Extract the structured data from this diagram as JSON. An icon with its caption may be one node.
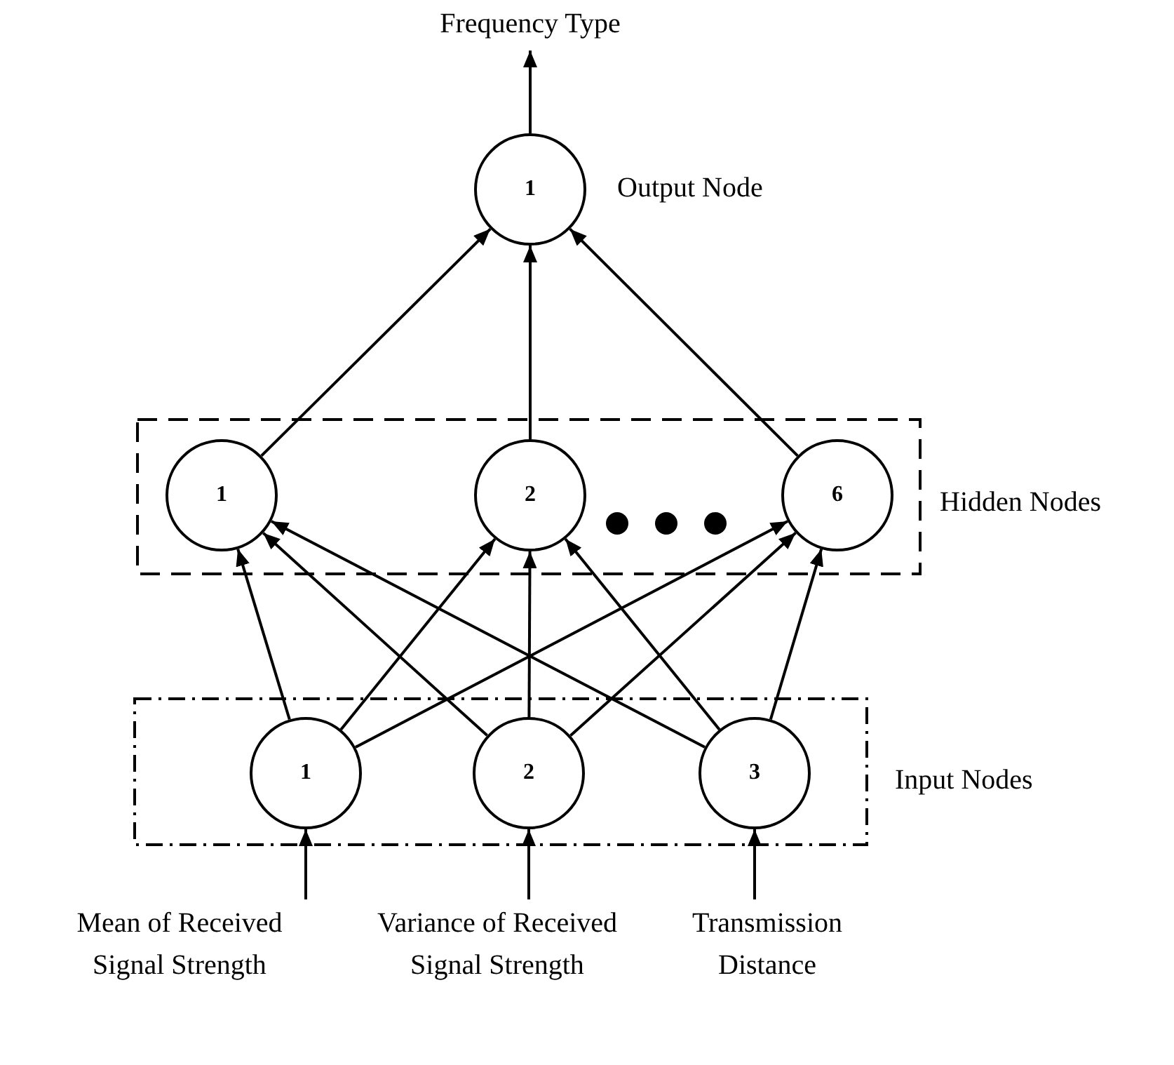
{
  "diagram": {
    "nodes": [
      {
        "text": [
          "Frequency Type"
        ]
      },
      {
        "text": [
          "1"
        ],
        "beside": [
          "Output Node"
        ]
      },
      {
        "text": [
          "Hidden Nodes"
        ]
      },
      {
        "text": [
          "1"
        ],
        "in": 2
      },
      {
        "text": [
          "2"
        ],
        "in": 2
      },
      {
        "text": [
          "6"
        ],
        "in": 2
      },
      {
        "text": [
          "Input Nodes"
        ]
      },
      {
        "text": [
          "1"
        ],
        "in": 6
      },
      {
        "text": [
          "2"
        ],
        "in": 6
      },
      {
        "text": [
          "3"
        ],
        "in": 6
      },
      {
        "text": [
          "Mean of Received Signal Strength"
        ]
      },
      {
        "text": [
          "Variance of Received Signal Strength"
        ]
      },
      {
        "text": [
          "Transmission Distance"
        ]
      }
    ],
    "edges": [
      {
        "from": 1,
        "to": 0,
        "arrow": "to"
      },
      {
        "from": 3,
        "to": 1,
        "arrow": "to"
      },
      {
        "from": 4,
        "to": 1,
        "arrow": "to"
      },
      {
        "from": 5,
        "to": 1,
        "arrow": "to"
      },
      {
        "from": 7,
        "to": 3,
        "arrow": "to"
      },
      {
        "from": 7,
        "to": 4,
        "arrow": "to"
      },
      {
        "from": 7,
        "to": 5,
        "arrow": "to"
      },
      {
        "from": 8,
        "to": 3,
        "arrow": "to"
      },
      {
        "from": 8,
        "to": 4,
        "arrow": "to"
      },
      {
        "from": 8,
        "to": 5,
        "arrow": "to"
      },
      {
        "from": 9,
        "to": 3,
        "arrow": "to"
      },
      {
        "from": 9,
        "to": 4,
        "arrow": "to"
      },
      {
        "from": 9,
        "to": 5,
        "arrow": "to"
      },
      {
        "from": 10,
        "to": 7,
        "arrow": "to"
      },
      {
        "from": 11,
        "to": 8,
        "arrow": "to"
      },
      {
        "from": 12,
        "to": 9,
        "arrow": "to"
      }
    ]
  }
}
